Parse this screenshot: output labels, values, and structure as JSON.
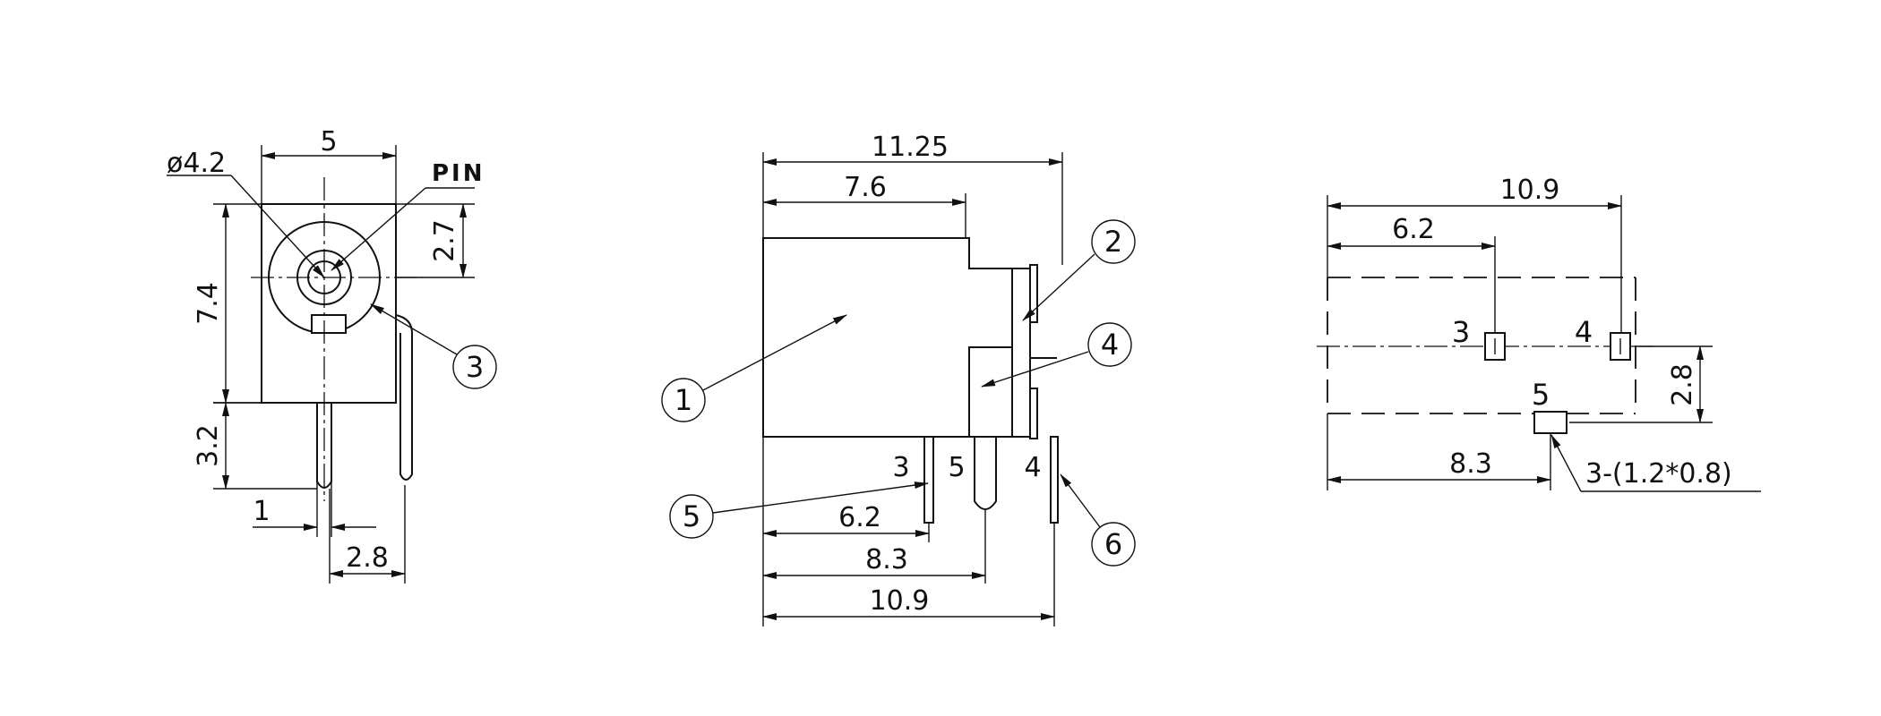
{
  "front_view": {
    "dim_width": "5",
    "dim_diameter": "ø4.2",
    "pin_label": "PIN",
    "dim_height": "7.4",
    "dim_center_from_top": "2.7",
    "dim_pin_length": "3.2",
    "dim_pin_width": "1",
    "dim_pin_spacing": "2.8",
    "balloon_3": "3"
  },
  "side_view": {
    "dim_total_length": "11.25",
    "dim_body_length": "7.6",
    "dim_pin3_pos": "6.2",
    "dim_pin5_pos": "8.3",
    "dim_pin4_pos": "10.9",
    "pin_label_3": "3",
    "pin_label_5": "5",
    "pin_label_4": "4",
    "balloons": [
      "1",
      "2",
      "4",
      "5",
      "6"
    ]
  },
  "footprint_view": {
    "dim_total": "10.9",
    "dim_pad3": "6.2",
    "dim_pad5": "8.3",
    "dim_offset": "2.8",
    "pad_label_3": "3",
    "pad_label_4": "4",
    "pad_label_5": "5",
    "pad_note": "3-(1.2*0.8)"
  }
}
